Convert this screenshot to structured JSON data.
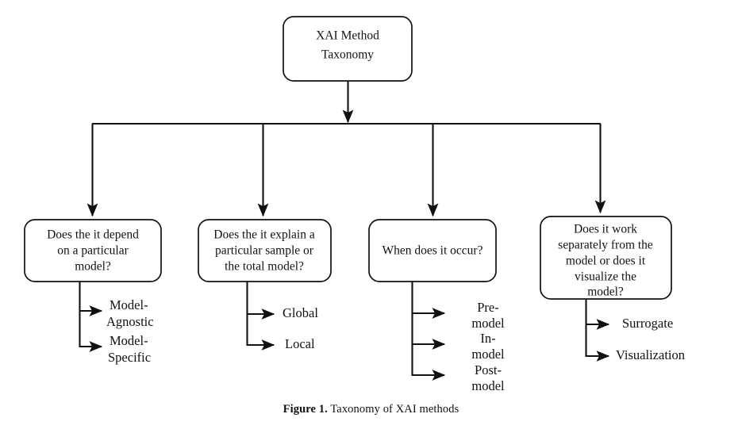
{
  "figure": {
    "caption_label": "Figure 1.",
    "caption_text": " Taxonomy of XAI methods",
    "background_color": "#ffffff",
    "line_color": "#111111",
    "text_color": "#111111"
  },
  "diagram": {
    "type": "tree-flowchart",
    "orientation": "top-down",
    "root": {
      "id": "root",
      "lines": [
        "XAI Method",
        "Taxonomy"
      ],
      "shape": "rounded-rectangle"
    },
    "branches": [
      {
        "id": "branch-model-dependency",
        "question_lines": [
          "Does the it depend",
          "on a particular",
          "model?"
        ],
        "shape": "rounded-rectangle",
        "leaves": [
          {
            "id": "leaf-model-agnostic",
            "lines": [
              "Model-",
              "Agnostic"
            ]
          },
          {
            "id": "leaf-model-specific",
            "lines": [
              "Model-",
              "Specific"
            ]
          }
        ]
      },
      {
        "id": "branch-scope",
        "question_lines": [
          "Does the it explain a",
          "particular sample or",
          "the total model?"
        ],
        "shape": "rounded-rectangle",
        "leaves": [
          {
            "id": "leaf-global",
            "lines": [
              "Global"
            ]
          },
          {
            "id": "leaf-local",
            "lines": [
              "Local"
            ]
          }
        ]
      },
      {
        "id": "branch-stage",
        "question_lines": [
          "When does it occur?"
        ],
        "shape": "rounded-rectangle",
        "leaves": [
          {
            "id": "leaf-pre-model",
            "lines": [
              "Pre-",
              "model"
            ]
          },
          {
            "id": "leaf-in-model",
            "lines": [
              "In-",
              "model"
            ]
          },
          {
            "id": "leaf-post-model",
            "lines": [
              "Post-",
              "model"
            ]
          }
        ]
      },
      {
        "id": "branch-output",
        "question_lines": [
          "Does it work",
          "separately from the",
          "model or does it",
          "visualize the",
          "model?"
        ],
        "shape": "rounded-rectangle",
        "leaves": [
          {
            "id": "leaf-surrogate",
            "lines": [
              "Surrogate"
            ]
          },
          {
            "id": "leaf-visualization",
            "lines": [
              "Visualization"
            ]
          }
        ]
      }
    ]
  }
}
